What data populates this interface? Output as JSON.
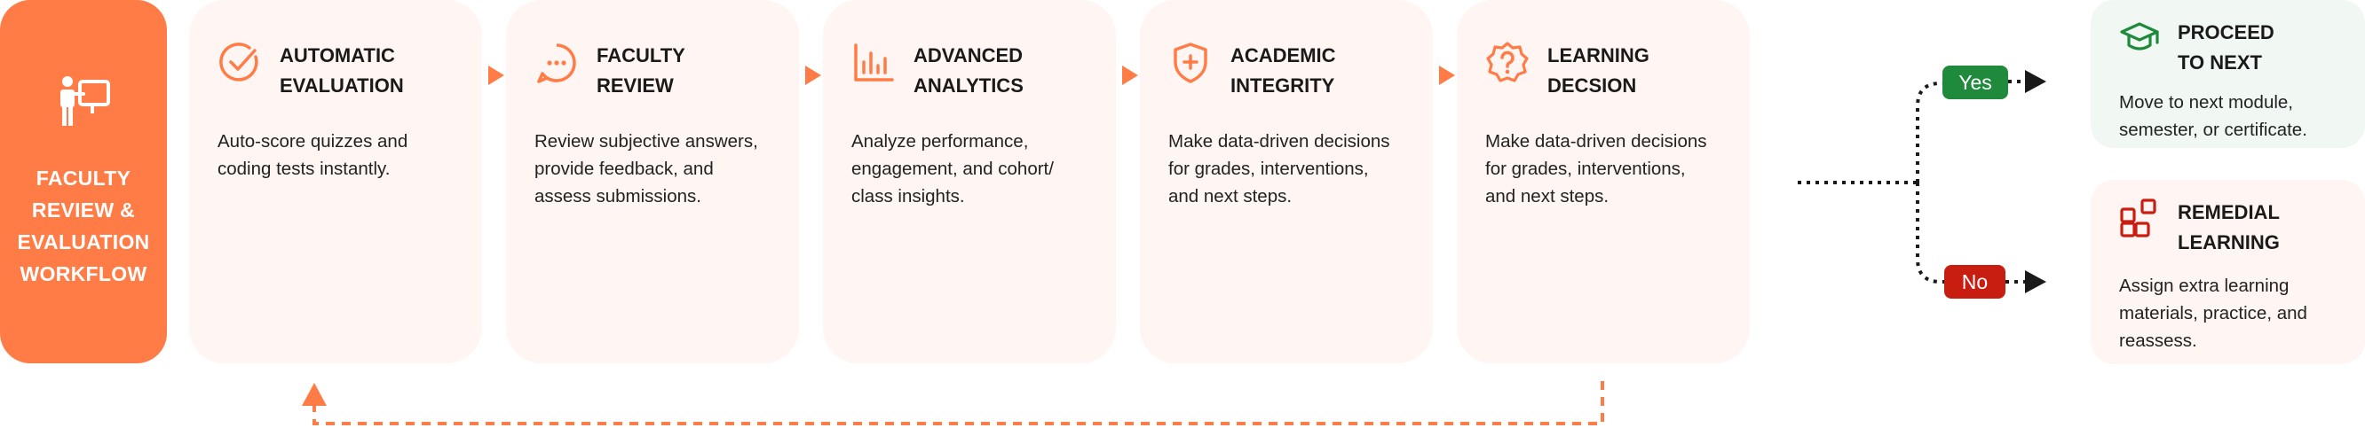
{
  "hero": {
    "title_lines": [
      "FACULTY",
      "REVIEW &",
      "EVALUATION",
      "WORKFLOW"
    ],
    "icon": "presenter-board-icon"
  },
  "steps": [
    {
      "title_lines": [
        "AUTOMATIC",
        "EVALUATION"
      ],
      "desc_lines": [
        "Auto-score quizzes and",
        "coding tests instantly."
      ],
      "icon": "check-circle-icon"
    },
    {
      "title_lines": [
        "FACULTY",
        "REVIEW"
      ],
      "desc_lines": [
        "Review subjective answers,",
        "provide feedback, and",
        "assess submissions."
      ],
      "icon": "chat-bubble-icon"
    },
    {
      "title_lines": [
        "ADVANCED",
        "ANALYTICS"
      ],
      "desc_lines": [
        "Analyze performance,",
        "engagement, and cohort/",
        "class insights."
      ],
      "icon": "bar-chart-icon"
    },
    {
      "title_lines": [
        "ACADEMIC",
        "INTEGRITY"
      ],
      "desc_lines": [
        "Make data-driven decisions",
        "for grades, interventions,",
        "and next steps."
      ],
      "icon": "shield-plus-icon"
    },
    {
      "title_lines": [
        "LEARNING",
        "DECSION"
      ],
      "desc_lines": [
        "Make data-driven decisions",
        "for grades, interventions,",
        "and next steps."
      ],
      "icon": "question-badge-icon"
    }
  ],
  "branch": {
    "yes_label": "Yes",
    "no_label": "No"
  },
  "outcomes": {
    "proceed": {
      "title_lines": [
        "PROCEED",
        "TO NEXT"
      ],
      "desc_lines": [
        "Move to next module,",
        "semester, or certificate."
      ],
      "icon": "graduation-cap-icon"
    },
    "remedial": {
      "title_lines": [
        "REMEDIAL",
        "LEARNING"
      ],
      "desc_lines": [
        "Assign extra learning",
        "materials, practice, and",
        "reassess."
      ],
      "icon": "blocks-icon"
    }
  },
  "colors": {
    "accent": "#ff7c46",
    "card_bg": "#fff5f2",
    "yes_green": "#1f8a3c",
    "no_red": "#c81e12",
    "proceed_bg": "#f1f8f3",
    "remedial_bg": "#fff5f2"
  }
}
